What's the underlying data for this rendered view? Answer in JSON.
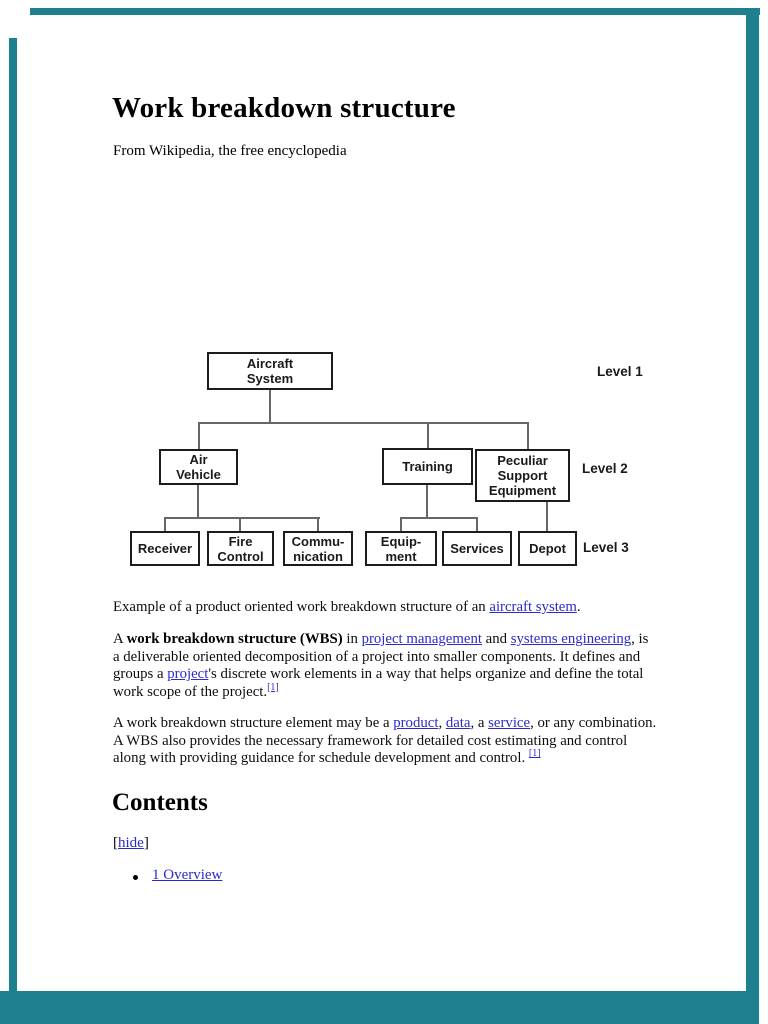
{
  "colors": {
    "frame_teal": "#1e7f8e",
    "link_blue": "#2b2bcc"
  },
  "document": {
    "title": "Work breakdown structure",
    "subtitle": "From Wikipedia, the free encyclopedia"
  },
  "diagram": {
    "boxes": {
      "aircraft_system": "Aircraft\nSystem",
      "air_vehicle": "Air\nVehicle",
      "training": "Training",
      "peculiar_support_equipment": "Peculiar\nSupport\nEquipment",
      "receiver": "Receiver",
      "fire_control": "Fire\nControl",
      "communication": "Commu-\nnication",
      "equipment": "Equip-\nment",
      "services": "Services",
      "depot": "Depot"
    },
    "level_labels": {
      "level1": "Level 1",
      "level2": "Level 2",
      "level3": "Level 3"
    }
  },
  "caption_segments": [
    {
      "t": "Example of a product oriented work breakdown structure of an "
    },
    {
      "t": "aircraft system",
      "link": true
    },
    {
      "t": "."
    }
  ],
  "paragraph1_segments": [
    {
      "t": "A "
    },
    {
      "t": "work breakdown structure (WBS)",
      "bold": true
    },
    {
      "t": " in "
    },
    {
      "t": "project management",
      "link": true
    },
    {
      "t": " and "
    },
    {
      "t": "systems engineering",
      "link": true
    },
    {
      "t": ", is a deliverable oriented decomposition of a project into smaller components. It defines and groups a "
    },
    {
      "t": "project",
      "link": true
    },
    {
      "t": "'s discrete work elements in a way that helps organize and define the total work scope of the project."
    },
    {
      "t": "[1]",
      "link": true,
      "sup": true
    }
  ],
  "paragraph2_segments": [
    {
      "t": "A work breakdown structure element may be a "
    },
    {
      "t": "product",
      "link": true
    },
    {
      "t": ", "
    },
    {
      "t": "data",
      "link": true
    },
    {
      "t": ", a "
    },
    {
      "t": "service",
      "link": true
    },
    {
      "t": ", or any combination. A WBS also provides the necessary framework for detailed cost estimating and control along with providing guidance for schedule development and control. "
    },
    {
      "t": "[1]",
      "link": true,
      "sup": true
    }
  ],
  "contents": {
    "heading": "Contents",
    "toggle_prefix": "[",
    "toggle_label": "hide",
    "toggle_suffix": "]",
    "items": [
      {
        "label": "1 Overview"
      }
    ]
  }
}
